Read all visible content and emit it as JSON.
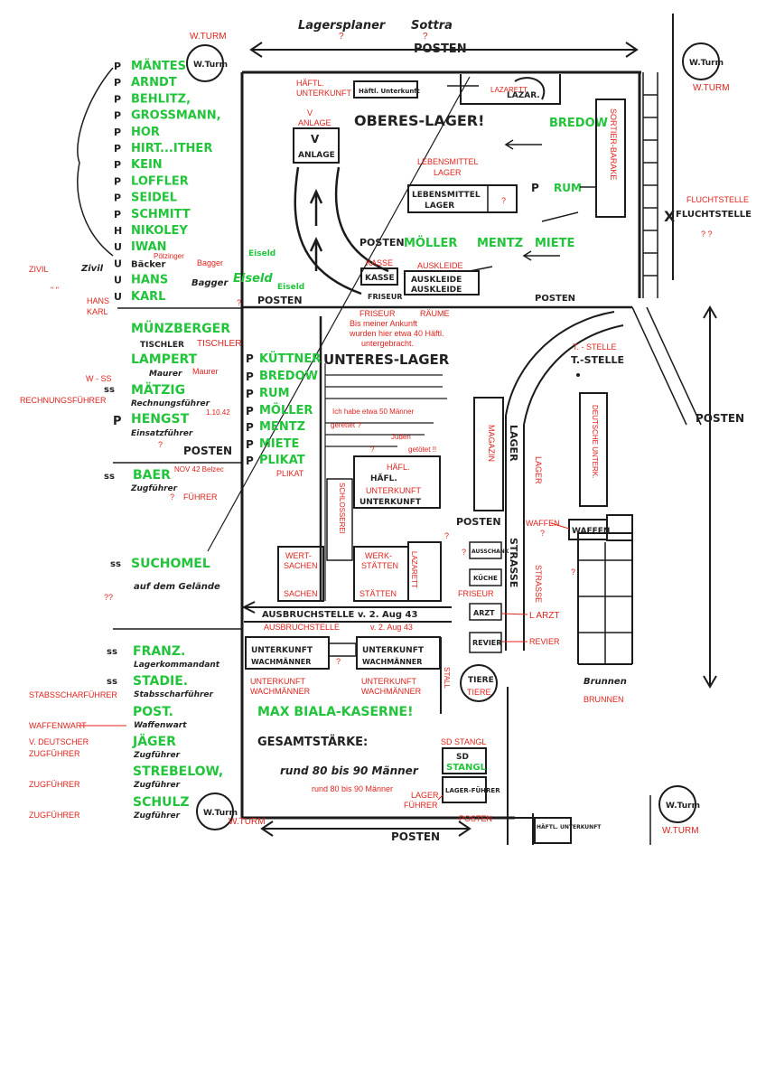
{
  "colors": {
    "ink": "#1b1b1b",
    "green": "#21c43a",
    "red": "#e0231d",
    "paper": "#ffffff"
  },
  "header": {
    "scribble_left": "Lagersplaner",
    "scribble_right": "Sottra"
  },
  "posten": {
    "top": "POSTEN",
    "bottom": "POSTEN",
    "right": "POSTEN",
    "middle": "POSTEN",
    "upper_road": "POSTEN",
    "left_mid": "POSTEN"
  },
  "towers": {
    "tl_label": "W.TURM",
    "tr_label": "W.TURM",
    "bl_label": "W.TURM",
    "br_label": "W.TURM",
    "tl_inner": "W.Turm",
    "tr_inner": "W.Turm",
    "bl_inner": "W.Turm",
    "br_inner": "W.Turm"
  },
  "names_top": [
    "MÄNTES",
    "ARNDT",
    "BEHLITZ,",
    "GROSSMANN,",
    "HOR",
    "HIRT...ITHER",
    "KEIN",
    "LOFFLER",
    "SEIDEL",
    "SCHMITT",
    "NIKOLEY",
    "IWAN",
    "Bäcker",
    "HANS",
    "KARL"
  ],
  "name_prefixes": [
    "P",
    "P",
    "P",
    "P",
    "P",
    "P",
    "P",
    "P",
    "P",
    "P",
    "H",
    "U",
    "U",
    "U",
    "U"
  ],
  "left_annotations": {
    "zivil": "ZIVIL",
    "zivil_hand": "Zivil",
    "ditto": "\" \"",
    "hans_karl_1": "HANS",
    "hans_karl_2": "KARL",
    "poetzinger": "Pötzinger",
    "bagger": "Bagger",
    "bagger_hand": "Bagger",
    "eiseld1": "Eiseld",
    "eiseld2": "Eiseld",
    "eiseld_hand": "Eiseld",
    "question": "?",
    "double_question": "??"
  },
  "names_mid": {
    "muenzberger": "MÜNZBERGER",
    "tischler_hand": "TISCHLER",
    "tischler": "TISCHLER",
    "lampert": "LAMPERT",
    "maurer_hand": "Maurer",
    "maurer": "Maurer",
    "w_ss": "W - SS",
    "matzig": "MÄTZIG",
    "rechnungsfuehrer": "RECHNUNGSFÜHRER",
    "rechnungsfuehrer_hand": "Rechnungsführer",
    "hengst": "HENGST",
    "date": "1.10.42",
    "einsatz": "Einsatzführer",
    "posten": "POSTEN",
    "baer": "BAER",
    "nov": "NOV 42 Belzec",
    "fuehrer_hand": "Zugführer",
    "fuehrer": "FÜHRER",
    "q": "?",
    "suchomel": "SUCHOMEL",
    "suchomel_note": "auf dem Gelände",
    "double_q": "??"
  },
  "names_bottom": {
    "franz": "FRANZ.",
    "franz_sub": "Lagerkommandant",
    "stadie": "STADIE.",
    "stadie_sub": "Stabsscharführer",
    "stabsscharfuehrer": "STABSSCHARFÜHRER",
    "post": "POST.",
    "post_sub": "Waffenwart",
    "waffenwart": "WAFFENWART",
    "jaeger": "JÄGER",
    "jaeger_sub": "Zugführer",
    "v_deutscher": "V. DEUTSCHER",
    "zugfuehrer1": "ZUGFÜHRER",
    "strebelow": "STREBELOW,",
    "strebelow_sub": "Zugführer",
    "zugfuehrer2": "ZUGFÜHRER",
    "schulz": "SCHULZ",
    "schulz_sub": "Zugführer",
    "zugfuehrer3": "ZUGFÜHRER",
    "prefixes": [
      "ss",
      "ss",
      "",
      "",
      "",
      ""
    ]
  },
  "upper_camp": {
    "title": "OBERES-LAGER!",
    "haeftl_label": "HÄFTL.",
    "haeftl_label2": "UNTERKUNFT",
    "haeftl_hand": "Häftl. Unterkunft",
    "v_anlage_label": "V",
    "v_anlage_label2": "ANLAGE",
    "v_anlage_box": "V",
    "v_anlage_box2": "ANLAGE",
    "lazarett": "LAZARETT",
    "lazarett_hand": "LAZAR.",
    "bredow": "BREDOW",
    "sortier_label": "SORTIER-BARAKE",
    "sortier_hand": "SORTIER-BARAKE",
    "lebensmittel_label": "LEBENSMITTEL",
    "lebensmittel_label2": "LAGER",
    "lebensmittel_box": "LEBENSMITTEL",
    "lebensmittel_box2": "LAGER",
    "lebensmittel_q": "?",
    "rum": "RUM",
    "posten": "POSTEN",
    "moeller": "MÖLLER",
    "mentz": "MENTZ",
    "miete": "MIETE",
    "kasse_label": "KASSE",
    "kasse_box": "KASSE",
    "auskleide_label": "AUSKLEIDE",
    "auskleide_box": "AUSKLEIDE",
    "auskleide_box2": "AUSKLEIDE",
    "auskleide_label2": "RÄUME",
    "friseur_label": "FRISEUR",
    "friseur_hand": "FRISEUR",
    "posten_road": "POSTEN",
    "fluchtstelle_label": "FLUCHTSTELLE",
    "fluchtstelle_hand": "FLUCHTSTELLE",
    "fluchtstelle_q": "? ?",
    "right_letters": "X"
  },
  "lower_camp": {
    "title": "UNTERES-LAGER",
    "note1": "Bis meiner Ankunft",
    "note2": "wurden hier etwa 40 Häftl.",
    "note3": "untergebracht.",
    "note4": "Ich habe etwa  50  Männer",
    "note5": "gerettet  ?",
    "note6": "Juden",
    "note7": "getötet !!",
    "note8": "?",
    "haeftl_label": "HÄFL.",
    "haeftl_label2": "UNTERKUNFT",
    "haeftl_box": "HÄFL.",
    "haeftl_box2": "UNTERKUNFT",
    "schlosserei_label": "SCHLOSSEREI",
    "schlosserei_box": "SCHLOSSEREI",
    "magazin_label": "MAGAZIN",
    "magazin_box": "MAGAZIN",
    "lager_label": "LAGER",
    "lager_box": "LAGER",
    "strasse_label": "STRASSE",
    "strasse_box": "STRASSE",
    "t_stelle_label": "T. - STELLE",
    "t_stelle_hand": "T.-STELLE",
    "deutsche_label": "DEUTSCHE UNTERK.",
    "deutsche_box": "DEUTSCHE UNTERK.",
    "waffen_label": "WAFFEN",
    "waffen_q": "?",
    "waffen_box": "WAFFEN",
    "wert1": "WERT-",
    "wert2": "SACHEN",
    "wert_box1": "WERT-",
    "wert_box2": "SACHEN",
    "werk1": "WERK-",
    "werk2": "STÄTTEN",
    "werk_box1": "WERK-",
    "werk_box2": "STÄTTEN",
    "lazarett_label": "LAZARETT",
    "lazarett_box": "LAZARETT",
    "posten": "POSTEN",
    "q1": "?",
    "q2": "?",
    "q3": "?",
    "q4": "?",
    "friseur_label": "FRISEUR",
    "ausschank": "AUSSCHANK",
    "kueche": "KÜCHE",
    "arzt_label": "L ARZT",
    "arzt_box": "ARZT",
    "revier_label": "REVIER",
    "revier_box": "REVIER",
    "ausbruch_hand": "AUSBRUCHSTELLE  v. 2. Aug 43",
    "ausbruch_label": "AUSBRUCHSTELLE",
    "ausbruch_date": "v.  2. Aug  43",
    "wachm_box1": "UNTERKUNFT",
    "wachm_box1b": "WACHMÄNNER",
    "wachm_box2": "UNTERKUNFT",
    "wachm_box2b": "WACHMÄNNER",
    "wachm_label1": "UNTERKUNFT",
    "wachm_label1b": "WACHMÄNNER",
    "wachm_label2": "UNTERKUNFT",
    "wachm_label2b": "WACHMÄNNER",
    "mid_q": "?",
    "stall_label": "STALL",
    "tiere_label": "TIERE",
    "tiere_box": "TIERE",
    "brunnen_label": "BRUNNEN",
    "brunnen_hand": "Brunnen",
    "kaserne": "MAX BIALA-KASERNE!",
    "gesamt": "GESAMTSTÄRKE:",
    "gesamt_hand": "rund 80 bis 90 Männer",
    "gesamt_label": "rund 80 bis  90  Männer",
    "sd_stangl_label": "SD STANGL",
    "sd_box": "SD",
    "stangl_box": "STANGL",
    "lagerfuehrer_label": "LAGER",
    "lagerfuehrer_label2": "FÜHRER",
    "lagerfuehrer_box": "LAGER-FÜHRER",
    "posten_bottom_label": "POSTEN",
    "haeftl_unterkunft_br": "HÄFTL. UNTERKUNFT"
  }
}
